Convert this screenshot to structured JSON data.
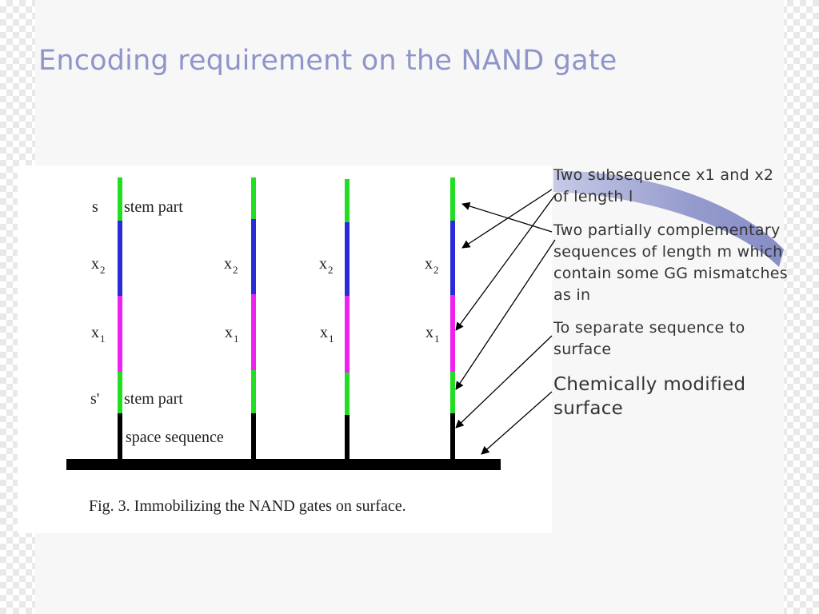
{
  "slide": {
    "title": "Encoding requirement on the NAND gate"
  },
  "figure": {
    "caption": "Fig. 3. Immobilizing the NAND gates on surface.",
    "labels": {
      "s": "s",
      "x2": "x",
      "x2_sub": "2",
      "x1": "x",
      "x1_sub": "1",
      "s_prime": "s'",
      "stem_part_top": "stem part",
      "stem_part_bottom": "stem part",
      "space_sequence": "space sequence"
    },
    "colors": {
      "stem": "#22dd22",
      "x2": "#2a2ad8",
      "x1": "#ee22ee",
      "spacer": "#000000",
      "surface": "#000000"
    }
  },
  "callouts": [
    {
      "text": "Two subsequence x1 and x2 of length l"
    },
    {
      "text": "Two partially complementary sequences of length m which contain some GG mismatches as in"
    },
    {
      "text": "To separate sequence to surface"
    },
    {
      "text": "Chemically modified surface"
    }
  ],
  "accent_color": "#8c93c9"
}
